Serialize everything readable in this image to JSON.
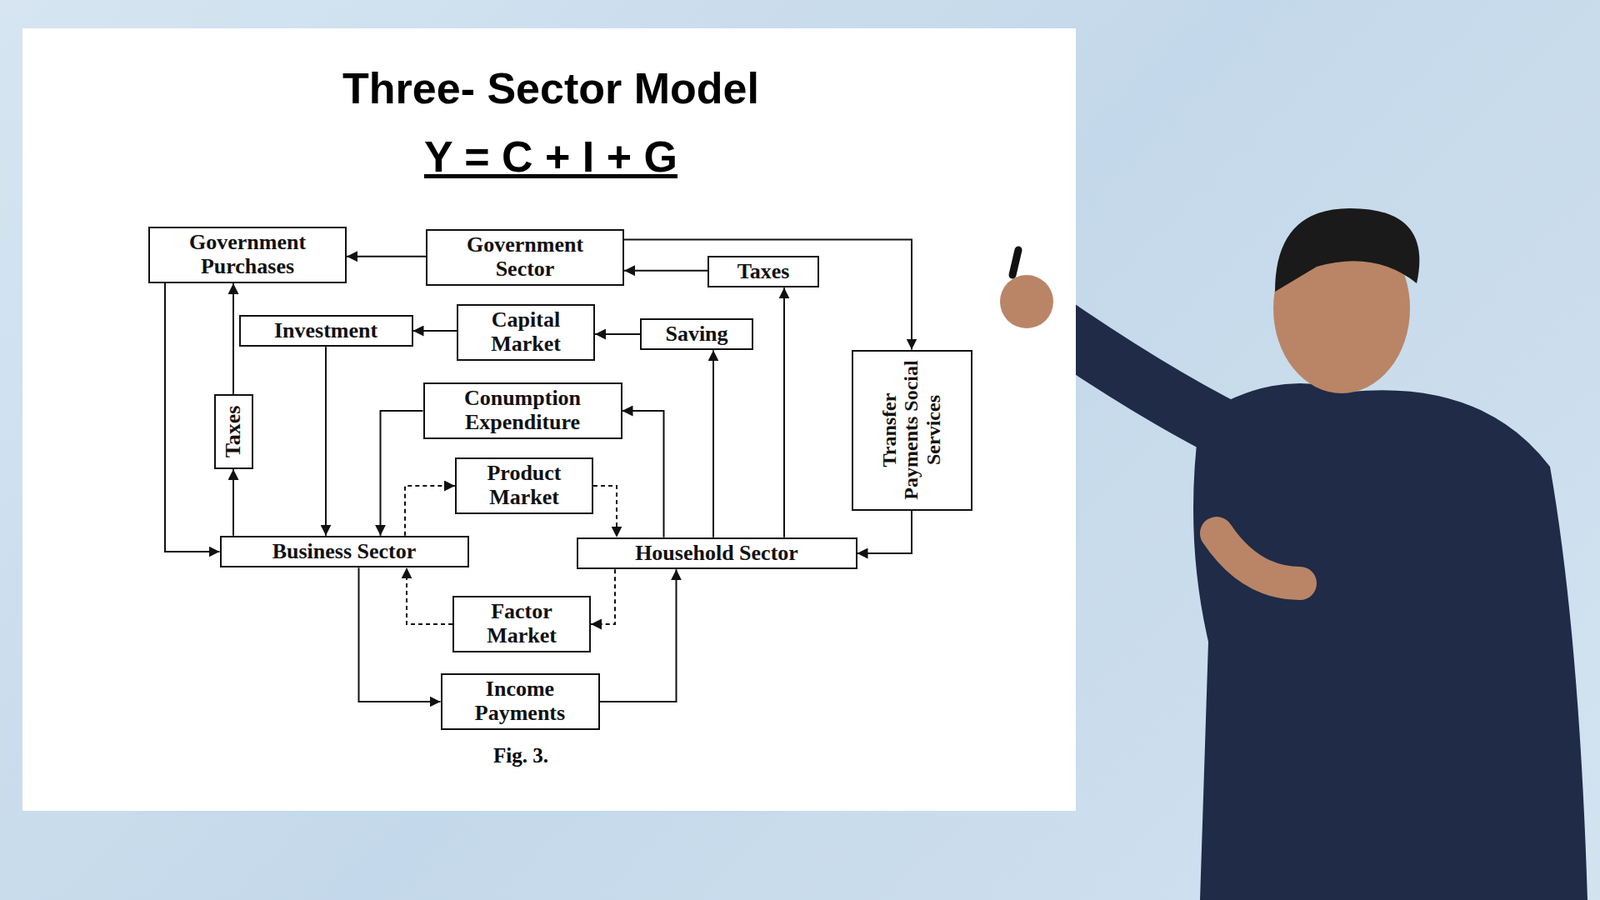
{
  "diagram": {
    "title": "Three- Sector Model",
    "caption": "Fig. 3.",
    "nodes": [
      {
        "text": [
          "Government Purchases"
        ]
      },
      {
        "text": [
          "Government Sector"
        ]
      },
      {
        "text": [
          "Taxes"
        ]
      },
      {
        "text": [
          "Investment"
        ]
      },
      {
        "text": [
          "Capital Market"
        ]
      },
      {
        "text": [
          "Saving"
        ]
      },
      {
        "text": [
          "Taxes"
        ]
      },
      {
        "text": [
          "Conumption Expenditure"
        ]
      },
      {
        "text": [
          "Transfer Payments Social Services"
        ]
      },
      {
        "text": [
          "Product Market"
        ]
      },
      {
        "text": [
          "Business Sector"
        ]
      },
      {
        "text": [
          "Household Sector"
        ]
      },
      {
        "text": [
          "Factor Market"
        ]
      },
      {
        "text": [
          "Income Payments"
        ]
      }
    ],
    "edges": [
      {
        "from": 1,
        "to": 0,
        "arrow": "to"
      },
      {
        "from": 2,
        "to": 1,
        "arrow": "to"
      },
      {
        "from": 1,
        "to": 8,
        "arrow": "to"
      },
      {
        "from": 8,
        "to": 11,
        "arrow": "to"
      },
      {
        "from": 11,
        "to": 2,
        "arrow": "to"
      },
      {
        "from": 0,
        "to": 10,
        "arrow": "to"
      },
      {
        "from": 10,
        "to": 6,
        "arrow": "to"
      },
      {
        "from": 6,
        "to": 0,
        "arrow": "to"
      },
      {
        "from": 4,
        "to": 3,
        "arrow": "to"
      },
      {
        "from": 3,
        "to": 10,
        "arrow": "to"
      },
      {
        "from": 5,
        "to": 4,
        "arrow": "to"
      },
      {
        "from": 11,
        "to": 5,
        "arrow": "to"
      },
      {
        "from": 11,
        "to": 7,
        "arrow": "to"
      },
      {
        "from": 7,
        "to": 10,
        "arrow": "to"
      },
      {
        "from": 10,
        "to": 9,
        "arrow": "to"
      },
      {
        "from": 9,
        "to": 11,
        "arrow": "to"
      },
      {
        "from": 11,
        "to": 12,
        "arrow": "to"
      },
      {
        "from": 12,
        "to": 10,
        "arrow": "to"
      },
      {
        "from": 10,
        "to": 13,
        "arrow": "to"
      },
      {
        "from": 13,
        "to": 11,
        "arrow": "to"
      }
    ],
    "labels": [
      "Y = C + I + G"
    ]
  }
}
